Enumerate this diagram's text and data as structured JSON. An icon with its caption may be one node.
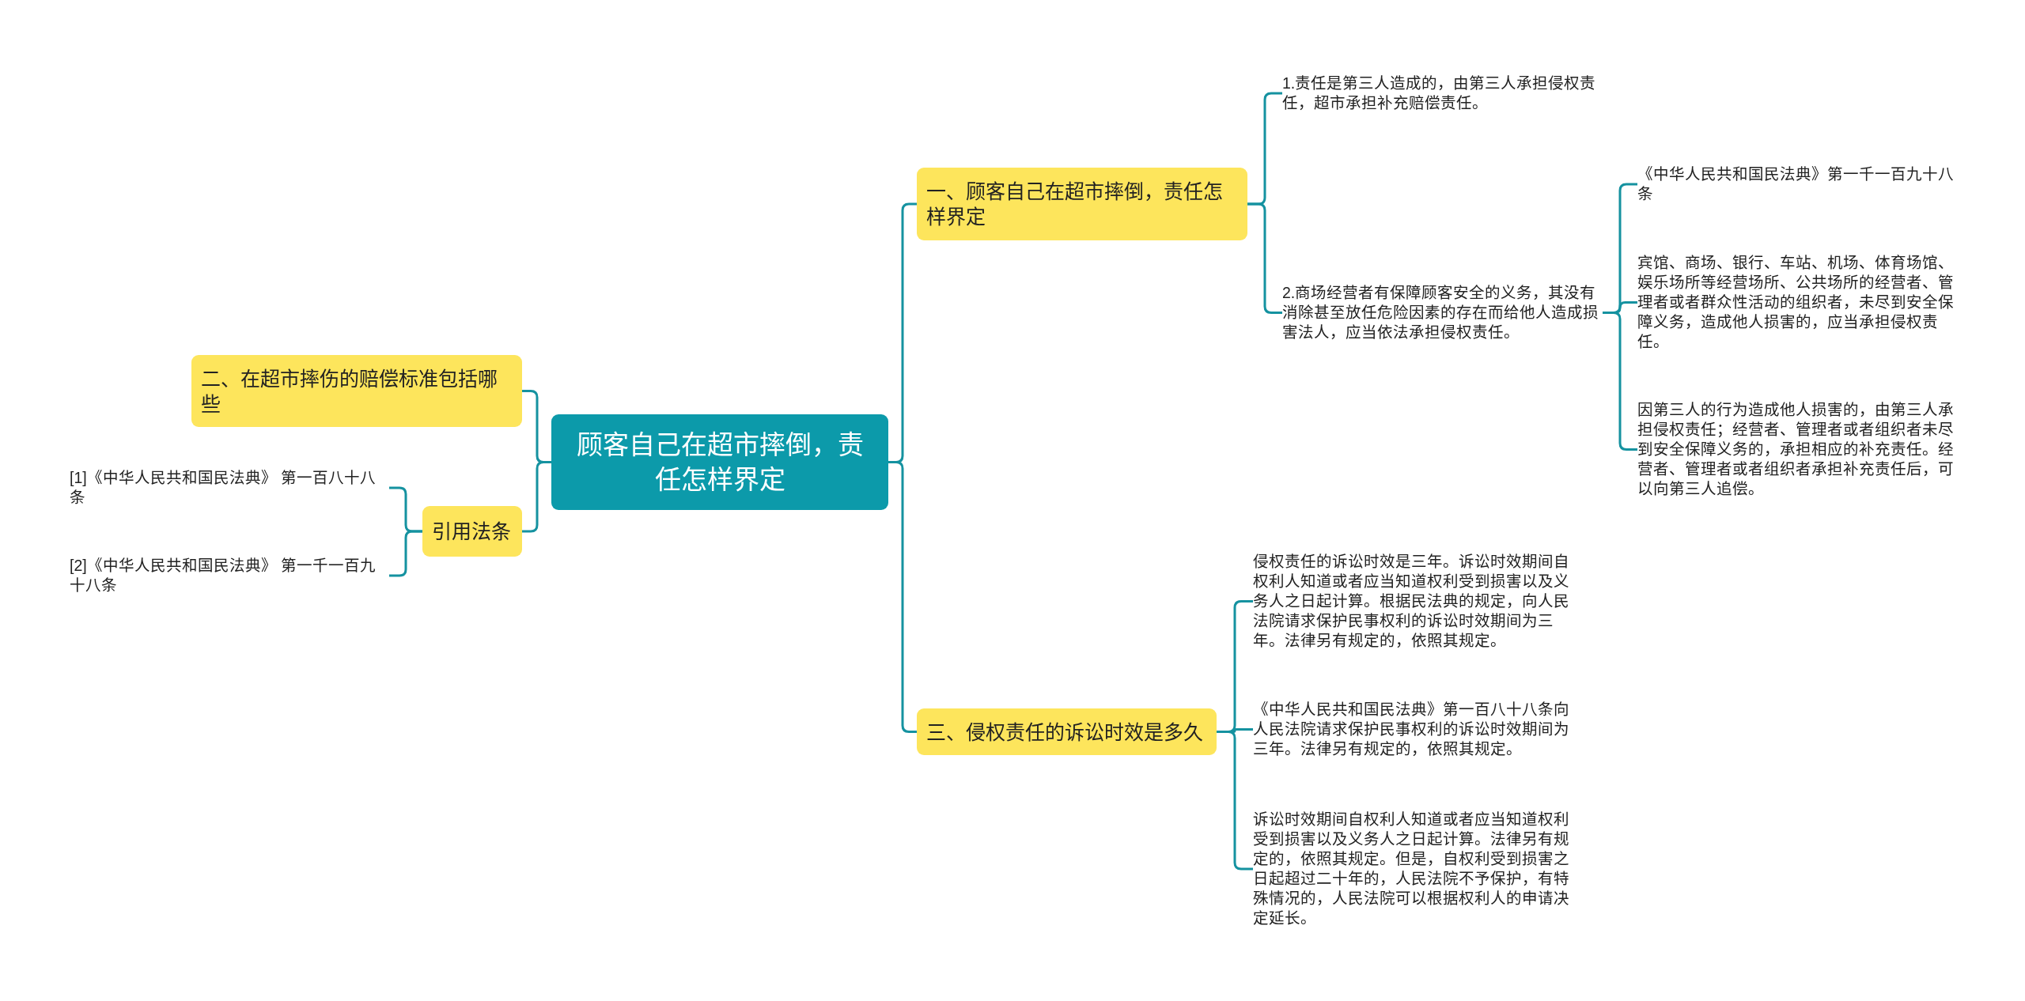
{
  "diagram": {
    "nodes": [
      {
        "text": [
          "顾客自己在超市摔倒，责任怎样界定"
        ]
      },
      {
        "text": [
          "一、顾客自己在超市摔倒，责任怎样界定"
        ]
      },
      {
        "text": [
          "1.责任是第三人造成的，由第三人承担侵权责任，超市承担补充赔偿责任。"
        ]
      },
      {
        "text": [
          "2.商场经营者有保障顾客安全的义务，其没有消除甚至放任危险因素的存在而给他人造成损害法人，应当依法承担侵权责任。"
        ]
      },
      {
        "text": [
          "《中华人民共和国民法典》第一千一百九十八条"
        ]
      },
      {
        "text": [
          "宾馆、商场、银行、车站、机场、体育场馆、娱乐场所等经营场所、公共场所的经营者、管理者或者群众性活动的组织者，未尽到安全保障义务，造成他人损害的，应当承担侵权责任。"
        ]
      },
      {
        "text": [
          "因第三人的行为造成他人损害的，由第三人承担侵权责任；经营者、管理者或者组织者未尽到安全保障义务的，承担相应的补充责任。经营者、管理者或者组织者承担补充责任后，可以向第三人追偿。"
        ]
      },
      {
        "text": [
          "二、在超市摔伤的赔偿标准包括哪些"
        ]
      },
      {
        "text": [
          "引用法条"
        ]
      },
      {
        "text": [
          "[1]《中华人民共和国民法典》 第一百八十八条"
        ]
      },
      {
        "text": [
          "[2]《中华人民共和国民法典》 第一千一百九十八条"
        ]
      },
      {
        "text": [
          "三、侵权责任的诉讼时效是多久"
        ]
      },
      {
        "text": [
          "侵权责任的诉讼时效是三年。诉讼时效期间自权利人知道或者应当知道权利受到损害以及义务人之日起计算。根据民法典的规定，向人民法院请求保护民事权利的诉讼时效期间为三年。法律另有规定的，依照其规定。"
        ]
      },
      {
        "text": [
          "《中华人民共和国民法典》第一百八十八条向人民法院请求保护民事权利的诉讼时效期间为三年。法律另有规定的，依照其规定。"
        ]
      },
      {
        "text": [
          "诉讼时效期间自权利人知道或者应当知道权利受到损害以及义务人之日起计算。法律另有规定的，依照其规定。但是，自权利受到损害之日起超过二十年的，人民法院不予保护，有特殊情况的，人民法院可以根据权利人的申请决定延长。"
        ]
      }
    ],
    "edges": [
      {
        "from": 0,
        "to": 1,
        "arrow": "none"
      },
      {
        "from": 1,
        "to": 2,
        "arrow": "none"
      },
      {
        "from": 1,
        "to": 3,
        "arrow": "none"
      },
      {
        "from": 3,
        "to": 4,
        "arrow": "none"
      },
      {
        "from": 3,
        "to": 5,
        "arrow": "none"
      },
      {
        "from": 3,
        "to": 6,
        "arrow": "none"
      },
      {
        "from": 0,
        "to": 7,
        "arrow": "none"
      },
      {
        "from": 0,
        "to": 8,
        "arrow": "none"
      },
      {
        "from": 8,
        "to": 9,
        "arrow": "none"
      },
      {
        "from": 8,
        "to": 10,
        "arrow": "none"
      },
      {
        "from": 0,
        "to": 11,
        "arrow": "none"
      },
      {
        "from": 11,
        "to": 12,
        "arrow": "none"
      },
      {
        "from": 11,
        "to": 13,
        "arrow": "none"
      },
      {
        "from": 11,
        "to": 14,
        "arrow": "none"
      }
    ]
  }
}
